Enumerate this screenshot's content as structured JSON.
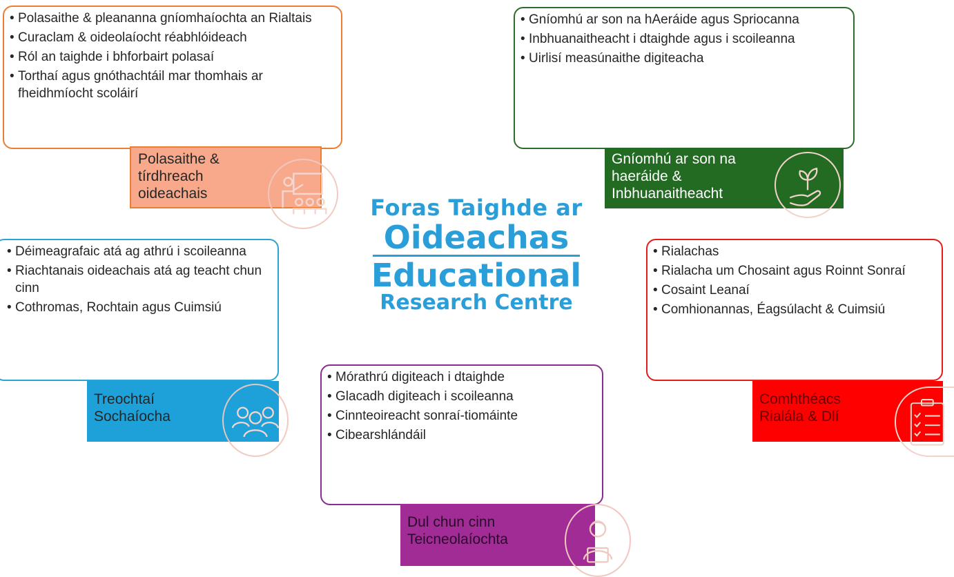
{
  "colors": {
    "orange": "#ed7d31",
    "orange_fill": "#f8a98c",
    "green": "#2e6b2b",
    "green_fill": "#236b23",
    "blue": "#2ba3d6",
    "blue_fill": "#1da1d8",
    "red": "#e31b1b",
    "red_fill": "#ff0000",
    "purple": "#8b2a8f",
    "purple_fill": "#a12c96",
    "logo": "#2a9ed8"
  },
  "logo": {
    "line1": "Foras Taighde ar",
    "line2": "Oideachas",
    "line3": "Educational",
    "line4": "Research Centre"
  },
  "blocks": {
    "policy": {
      "items": [
        "Polasaithe & pleananna gníomhaíochta an Rialtais",
        "Curaclam & oideolaíocht réabhlóideach",
        "Ról an taighde i bhforbairt polasaí",
        "Torthaí agus gnóthachtáil mar thomhais ar fheidhmíocht scoláirí"
      ],
      "label": "Polasaithe & tírdhreach oideachais",
      "icon": "teacher-presentation-icon"
    },
    "climate": {
      "items": [
        "Gníomhú ar son na hAeráide agus Spriocanna",
        "Inbhuanaitheacht i dtaighde agus i scoileanna",
        "Uirlisí measúnaithe digiteacha"
      ],
      "label": "Gníomhú ar son na haeráide & Inbhuanaitheacht",
      "icon": "hand-plant-icon"
    },
    "social": {
      "items": [
        "Déimeagrafaic atá ag athrú i scoileanna",
        "Riachtanais oideachais atá ag teacht chun cinn",
        "Cothromas, Rochtain agus Cuimsiú"
      ],
      "label": "Treochtaí Sochaíocha",
      "icon": "people-group-icon"
    },
    "legal": {
      "items": [
        "Rialachas",
        "Rialacha um Chosaint agus Roinnt Sonraí",
        "Cosaint Leanaí",
        "Comhionannas, Éagsúlacht & Cuimsiú"
      ],
      "label": "Comhthéacs Rialála & Dlí",
      "icon": "clipboard-checklist-icon"
    },
    "tech": {
      "items": [
        "Mórathrú digiteach i dtaighde",
        "Glacadh digiteach i scoileanna",
        "Cinnteoireacht sonraí-tiomáinte",
        "Cibearshlándáil"
      ],
      "label": "Dul chun cinn Teicneolaíochta",
      "icon": "person-laptop-icon"
    }
  }
}
